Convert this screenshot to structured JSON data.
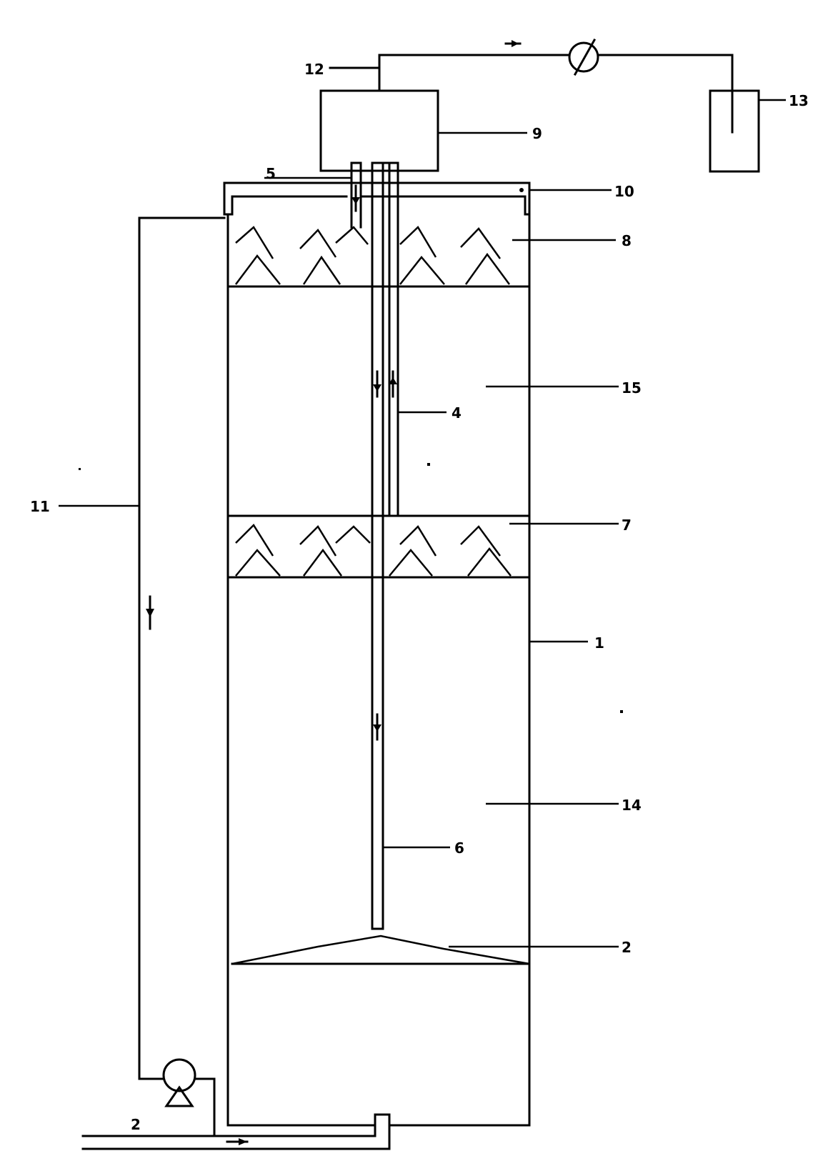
{
  "labels": {
    "l1": "1",
    "l2_separator": "2",
    "l2_inlet": "2",
    "l4": "4",
    "l5": "5",
    "l6": "6",
    "l7": "7",
    "l8": "8",
    "l9": "9",
    "l10": "10",
    "l11": "11",
    "l12": "12",
    "l13": "13",
    "l14": "14",
    "l15": "15"
  }
}
